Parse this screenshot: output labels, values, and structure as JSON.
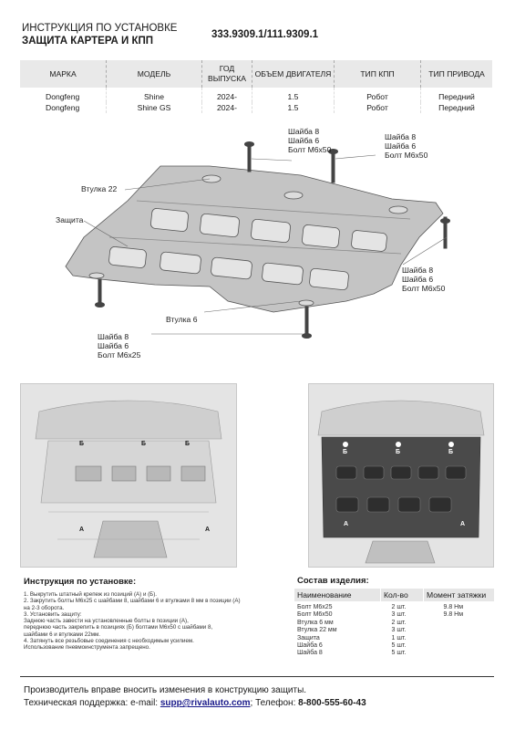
{
  "header": {
    "line1": "ИНСТРУКЦИЯ ПО УСТАНОВКЕ",
    "line2": "ЗАЩИТА КАРТЕРА И КПП",
    "part_number": "333.9309.1/111.9309.1"
  },
  "spec_table": {
    "columns": [
      "МАРКА",
      "МОДЕЛЬ",
      "ГОД ВЫПУСКА",
      "ОБЪЕМ ДВИГАТЕЛЯ",
      "ТИП КПП",
      "ТИП ПРИВОДА"
    ],
    "rows": [
      [
        "Dongfeng",
        "Shine",
        "2024-",
        "1.5",
        "Робот",
        "Передний"
      ],
      [
        "Dongfeng",
        "Shine GS",
        "2024-",
        "1.5",
        "Робот",
        "Передний"
      ]
    ]
  },
  "diagram": {
    "callout_top_left": [
      "Шайба 8",
      "Шайба 6",
      "Болт М6х50"
    ],
    "callout_top_right": [
      "Шайба 8",
      "Шайба 6",
      "Болт М6х50"
    ],
    "callout_right": [
      "Шайба 8",
      "Шайба 6",
      "Болт М6х50"
    ],
    "callout_bottom_left": [
      "Шайба 8",
      "Шайба 6",
      "Болт М6х25"
    ],
    "bushing_22": "Втулка 22",
    "shield": "Защита",
    "bushing_6": "Втулка 6"
  },
  "photos": {
    "left_marks": [
      "Б",
      "Б",
      "Б",
      "А",
      "А"
    ],
    "right_marks": [
      "Б",
      "Б",
      "Б",
      "А",
      "А"
    ]
  },
  "instructions": {
    "title": "Инструкция по установке:",
    "lines": [
      "1.  Выкрутить штатный крепеж из позиций (А) и (Б).",
      "2.  Закрутить болты М6х25 с шайбами 8, шайбами 6 и втулками 8 мм в позиции (А)",
      "     на 2-3 оборота.",
      "3.  Установить защиту:",
      "     Заднюю часть завести на установленные болты в позиции (А),",
      "     переднюю часть закрепить в позициях (Б) болтами М6х50 с шайбами 8,",
      "     шайбами 6 и втулками 22мм.",
      "4.  Затянуть все резьбовые соединения с необходимым усилием.",
      "     Использование пневмоинструмента запрещено."
    ]
  },
  "components": {
    "title": "Состав изделия:",
    "headers": [
      "Наименование",
      "Кол-во",
      "Момент затяжки"
    ],
    "rows": [
      [
        "Болт М6х25",
        "2 шт.",
        "9.8 Нм"
      ],
      [
        "Болт М6х50",
        "3 шт.",
        "9.8 Нм"
      ],
      [
        "Втулка 6 мм",
        "2 шт.",
        ""
      ],
      [
        "Втулка 22 мм",
        "3 шт.",
        ""
      ],
      [
        "Защита",
        "1 шт.",
        ""
      ],
      [
        "Шайба 6",
        "5 шт.",
        ""
      ],
      [
        "Шайба 8",
        "5 шт.",
        ""
      ]
    ]
  },
  "footer": {
    "line1": "Производитель вправе вносить изменения в конструкцию защиты.",
    "support_label": "Техническая поддержка:  e-mail: ",
    "email": "supp@rivalauto.com",
    "phone_label": "; Телефон: ",
    "phone": "8-800-555-60-43"
  },
  "colors": {
    "part_fill": "#c4c4c4",
    "photo_bg": "#e2e2e2",
    "plate_dark": "#4a4a4a"
  }
}
